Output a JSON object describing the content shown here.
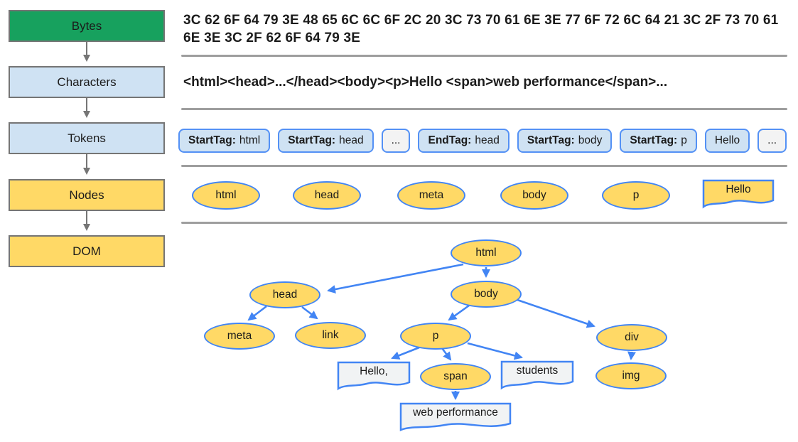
{
  "pipeline": {
    "stages": [
      {
        "label": "Bytes"
      },
      {
        "label": "Characters"
      },
      {
        "label": "Tokens"
      },
      {
        "label": "Nodes"
      },
      {
        "label": "DOM"
      }
    ]
  },
  "bytes_row": {
    "lines": [
      "3C 62 6F 64 79 3E 48 65 6C 6C 6F 2C 20 3C 73 70 61 6E 3E 77 6F 72 6C 64 21 3C 2F 73 70 61",
      "6E 3E 3C 2F 62 6F 64 79 3E"
    ]
  },
  "characters_row": {
    "text": "<html><head>...</head><body><p>Hello <span>web performance</span>..."
  },
  "tokens_row": {
    "items": [
      {
        "bold": "StartTag:",
        "text": "html"
      },
      {
        "bold": "StartTag:",
        "text": "head"
      },
      {
        "bold": "",
        "text": "..."
      },
      {
        "bold": "EndTag:",
        "text": "head"
      },
      {
        "bold": "StartTag:",
        "text": "body"
      },
      {
        "bold": "StartTag:",
        "text": "p"
      },
      {
        "bold": "",
        "text": "Hello"
      },
      {
        "bold": "",
        "text": "..."
      }
    ]
  },
  "nodes_row": {
    "ellipses": [
      "html",
      "head",
      "meta",
      "body",
      "p"
    ],
    "text_node": "Hello"
  },
  "dom_tree": {
    "nodes": {
      "html": "html",
      "head": "head",
      "body": "body",
      "meta": "meta",
      "link": "link",
      "p": "p",
      "span": "span",
      "div": "div",
      "img": "img"
    },
    "text_nodes": {
      "hello": "Hello,",
      "students": "students",
      "web_performance": "web performance"
    }
  },
  "colors": {
    "stage-green": "#17a15e",
    "stage-blue": "#cfe2f3",
    "stage-yellow": "#ffd966",
    "pill-border": "#5491f5",
    "node-fill": "#ffd966",
    "node-border": "#4285f4",
    "textnode-fill": "#f1f3f4",
    "arrow-blue": "#4285f4",
    "arrow-gray": "#757575",
    "separator": "#9e9e9e"
  }
}
